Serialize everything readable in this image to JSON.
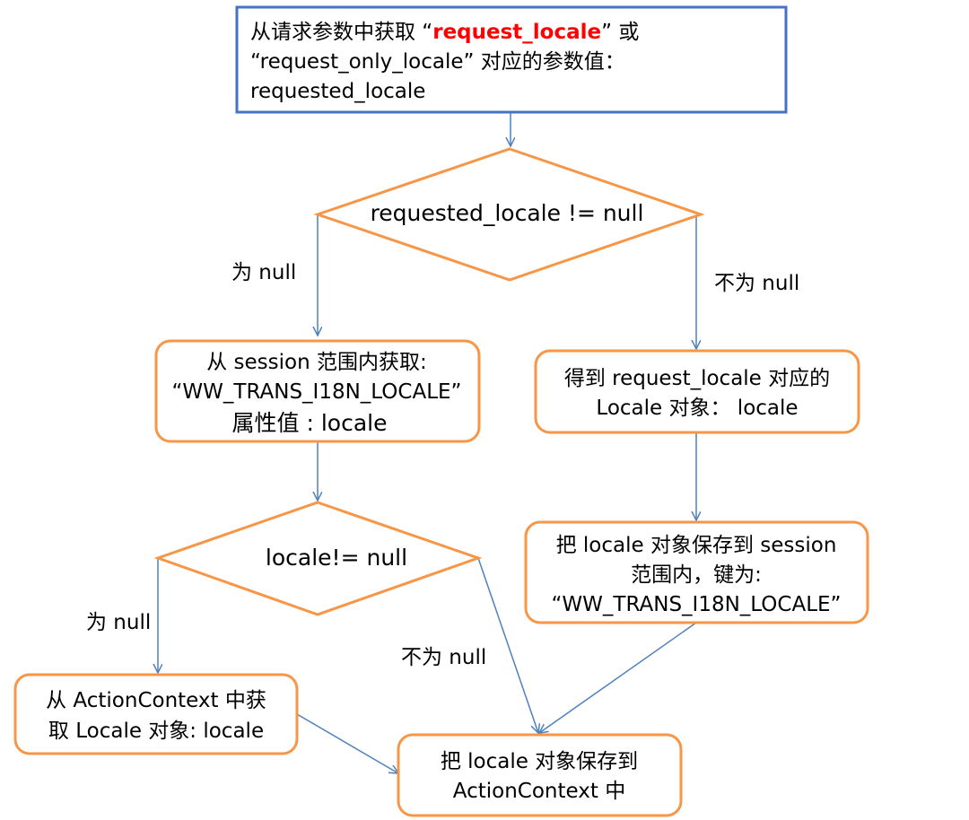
{
  "colors": {
    "start_border": "#4472C4",
    "node_border": "#F79646",
    "arrow": "#4F81BD",
    "highlight": "#FF0000",
    "text": "#000000",
    "background": "#FFFFFF"
  },
  "start": {
    "line1_prefix": "从请求参数中获取 “",
    "line1_highlight": "request_locale",
    "line1_suffix": "” 或",
    "line2": "“request_only_locale” 对应的参数值：",
    "line3": "requested_locale"
  },
  "decision1": {
    "text": "requested_locale != null"
  },
  "branch_labels": {
    "d1_null": "为 null",
    "d1_not_null": "不为 null",
    "d2_null": "为 null",
    "d2_not_null": "不为 null"
  },
  "session_box": {
    "line1": "从 session 范围内获取:",
    "line2": "“WW_TRANS_I18N_LOCALE”",
    "line3": "属性值 : locale"
  },
  "locale_box": {
    "line1": "得到 request_locale 对应的",
    "line2": "Locale 对象：  locale"
  },
  "decision2": {
    "text": "locale!= null"
  },
  "save_session_box": {
    "line1": "把 locale 对象保存到 session",
    "line2": "范围内，键为:",
    "line3": "“WW_TRANS_I18N_LOCALE”"
  },
  "action_context_box": {
    "line1": "从 ActionContext 中获",
    "line2": "取 Locale 对象: locale"
  },
  "final_box": {
    "line1": "把 locale 对象保存到",
    "line2": "ActionContext 中"
  }
}
